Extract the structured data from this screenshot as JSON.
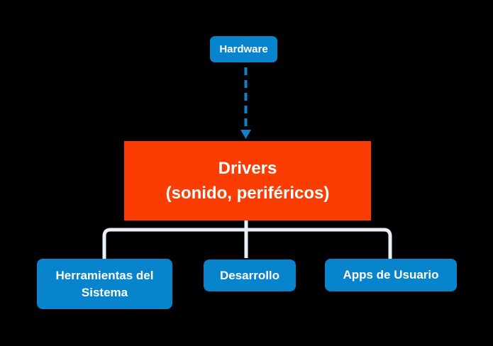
{
  "diagram": {
    "nodes": [
      {
        "id": "hardware",
        "label": "Hardware",
        "shape": "rounded-box",
        "color_role": "node-blue"
      },
      {
        "id": "drivers",
        "label": "Drivers",
        "sublabel": "(sonido, periféricos)",
        "shape": "rect-box",
        "color_role": "node-red"
      },
      {
        "id": "herramientas",
        "label": "Herramientas del Sistema",
        "shape": "rounded-box",
        "color_role": "node-blue"
      },
      {
        "id": "desarrollo",
        "label": "Desarrollo",
        "shape": "rounded-box",
        "color_role": "node-blue"
      },
      {
        "id": "apps",
        "label": "Apps de Usuario",
        "shape": "rounded-box",
        "color_role": "node-blue"
      }
    ],
    "edges": [
      {
        "from": "hardware",
        "to": "drivers",
        "style": "dashed-arrow-down"
      },
      {
        "from": "drivers",
        "to": "herramientas",
        "style": "solid-elbow"
      },
      {
        "from": "drivers",
        "to": "desarrollo",
        "style": "solid-straight"
      },
      {
        "from": "drivers",
        "to": "apps",
        "style": "solid-elbow"
      }
    ]
  },
  "colors": {
    "canvas-bg": "#000000",
    "node-blue": "#0884cc",
    "node-red": "#fc3d03",
    "node-text": "#ffffff",
    "arrow-blue": "#0f82c9",
    "connector-line": "#e9eff8"
  }
}
